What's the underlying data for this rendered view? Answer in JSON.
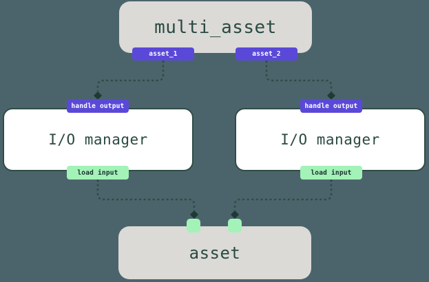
{
  "colors": {
    "background": "#4b646c",
    "node-gray": "#dbdad7",
    "node-white": "#ffffff",
    "accent-purple": "#5a49d8",
    "accent-green": "#a3f2b8",
    "ink-dark-teal": "#2a4a42",
    "wire": "#2e4d45",
    "arrowhead": "#1e3a33",
    "badge-text-light": "#ffffff",
    "badge-text-dark": "#16312b"
  },
  "nodes": {
    "multi_asset": {
      "label": "multi_asset",
      "outputs": [
        {
          "label": "asset_1"
        },
        {
          "label": "asset_2"
        }
      ]
    },
    "io_managers": [
      {
        "label": "I/O manager",
        "handle_output_badge": "handle output",
        "load_input_badge": "load input"
      },
      {
        "label": "I/O manager",
        "handle_output_badge": "handle output",
        "load_input_badge": "load input"
      }
    ],
    "asset": {
      "label": "asset"
    }
  }
}
